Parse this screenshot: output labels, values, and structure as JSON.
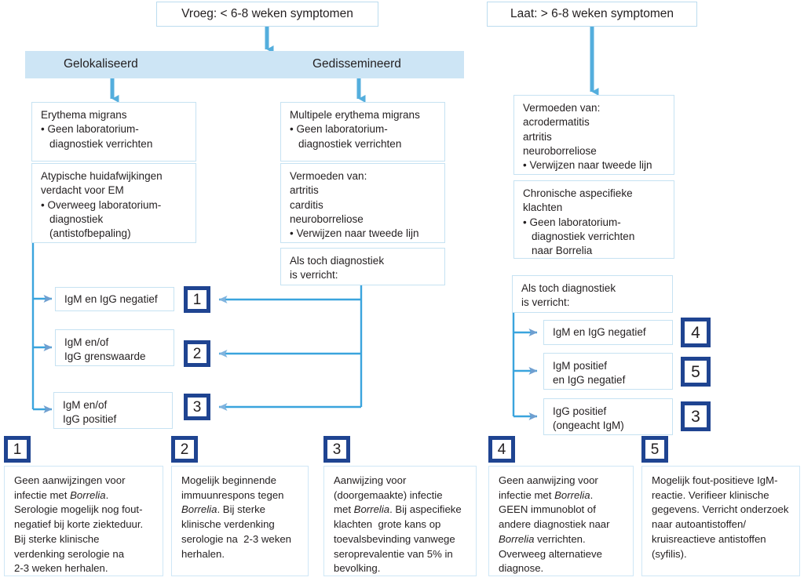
{
  "diagram": {
    "title": "Stroomschema diagnostiek Lyme-borreliose",
    "colors": {
      "arrow_blue": "#3aa4dd",
      "band_blue": "#cde5f5",
      "box_border": "#c6e2f2",
      "badge_border": "#1f4491",
      "arrowhead_blue": "#6f9fd0",
      "text": "#231f20"
    }
  },
  "top": {
    "early": "Vroeg:  < 6-8 weken symptomen",
    "late": "Laat:  > 6-8 weken symptomen"
  },
  "band": {
    "localized": "Gelokaliseerd",
    "disseminated": "Gedissemineerd"
  },
  "boxes": {
    "erythema_migrans": {
      "line1": "Erythema migrans",
      "line2": "• Geen laboratorium-",
      "line3": "diagnostiek verrichten"
    },
    "atypisch": {
      "line1": "Atypische huidafwijkingen",
      "line2": "verdacht voor EM",
      "line3": "• Overweeg laboratorium-",
      "line4": "diagnostiek",
      "line5": "(antistofbepaling)"
    },
    "multipele_em": {
      "line1": "Multipele erythema migrans",
      "line2": "• Geen laboratorium-",
      "line3": "diagnostiek verrichten"
    },
    "vermoeden_vroeg": {
      "line1": "Vermoeden van:",
      "line2": "artritis",
      "line3": "carditis",
      "line4": "neuroborreliose",
      "line5": "• Verwijzen naar tweede lijn"
    },
    "vermoeden_laat": {
      "line1": "Vermoeden van:",
      "line2": "acrodermatitis",
      "line3": "artritis",
      "line4": "neuroborreliose",
      "line5": "• Verwijzen naar tweede lijn"
    },
    "chronisch": {
      "line1": "Chronische aspecifieke",
      "line2": "klachten",
      "line3": "• Geen laboratorium-",
      "line4": "diagnostiek verrichten",
      "line5": "naar Borrelia"
    },
    "als_toch_links": {
      "line1": "Als toch diagnostiek",
      "line2": "is verricht:"
    },
    "als_toch_rechts": {
      "line1": "Als toch diagnostiek",
      "line2": "is verricht:"
    }
  },
  "results_left": [
    {
      "line1": "IgM en IgG negatief",
      "line2": "",
      "badge": "1"
    },
    {
      "line1": "IgM en/of",
      "line2": "IgG grenswaarde",
      "badge": "2"
    },
    {
      "line1": "IgM en/of",
      "line2": "IgG positief",
      "badge": "3"
    }
  ],
  "results_right": [
    {
      "line1": "IgM en IgG negatief",
      "line2": "",
      "badge": "4"
    },
    {
      "line1": "IgM positief",
      "line2": "en IgG negatief",
      "badge": "5"
    },
    {
      "line1": "IgG positief",
      "line2": "(ongeacht IgM)",
      "badge": "3"
    }
  ],
  "notes": [
    {
      "badge": "1",
      "parts": [
        {
          "t": "Geen aanwijzingen voor",
          "i": false
        },
        {
          "t": "\ninfectie met ",
          "i": false
        },
        {
          "t": "Borrelia",
          "i": true
        },
        {
          "t": ".\nSerologie mogelijk nog fout-\nnegatief bij korte ziekteduur.\nBij sterke klinische\nverdenking serologie na\n2-3 weken herhalen.",
          "i": false
        }
      ]
    },
    {
      "badge": "2",
      "parts": [
        {
          "t": "Mogelijk beginnende\nimmuunrespons tegen\n",
          "i": false
        },
        {
          "t": "Borrelia",
          "i": true
        },
        {
          "t": ". Bij sterke\nklinische verdenking\nserologie na  2-3 weken\nherhalen.",
          "i": false
        }
      ]
    },
    {
      "badge": "3",
      "parts": [
        {
          "t": "Aanwijzing voor\n(doorgemaakte) infectie\nmet ",
          "i": false
        },
        {
          "t": "Borrelia",
          "i": true
        },
        {
          "t": ". Bij aspecifieke\nklachten  grote kans op\ntoevalsbevinding vanwege\nseroprevalentie van 5% in\nbevolking.",
          "i": false
        }
      ]
    },
    {
      "badge": "4",
      "parts": [
        {
          "t": "Geen aanwijzing voor\ninfectie met ",
          "i": false
        },
        {
          "t": "Borrelia",
          "i": true
        },
        {
          "t": ".\nGEEN immunoblot of\nandere diagnostiek naar\n",
          "i": false
        },
        {
          "t": "Borrelia",
          "i": true
        },
        {
          "t": " verrichten.\nOverweeg alternatieve\ndiagnose.",
          "i": false
        }
      ]
    },
    {
      "badge": "5",
      "parts": [
        {
          "t": "Mogelijk fout-positieve IgM-\nreactie. Verifieer klinische\ngegevens. Verricht onderzoek\nnaar autoantistoffen/\nkruisreactieve antistoffen\n(syfilis).",
          "i": false
        }
      ]
    }
  ]
}
